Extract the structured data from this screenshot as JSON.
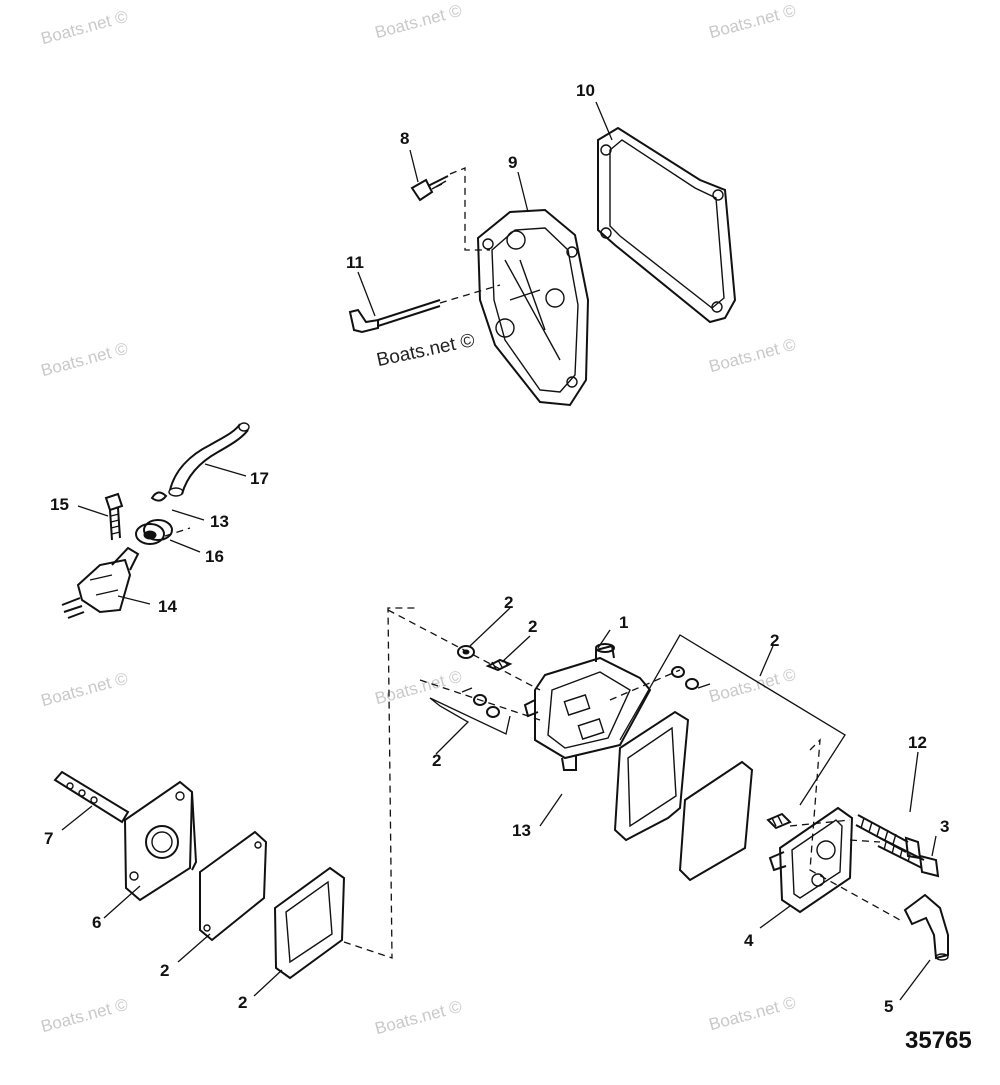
{
  "watermark": "Boats.net ©",
  "center_brand": "Boats.net ©",
  "diagram_number": "35765",
  "callouts": {
    "c1": "1",
    "c2a": "2",
    "c2b": "2",
    "c2c": "2",
    "c2d": "2",
    "c2e": "2",
    "c2f": "2",
    "c3": "3",
    "c4": "4",
    "c5": "5",
    "c6": "6",
    "c7": "7",
    "c8": "8",
    "c9": "9",
    "c10": "10",
    "c11": "11",
    "c12": "12",
    "c13a": "13",
    "c13b": "13",
    "c14": "14",
    "c15": "15",
    "c16": "16",
    "c17": "17"
  }
}
